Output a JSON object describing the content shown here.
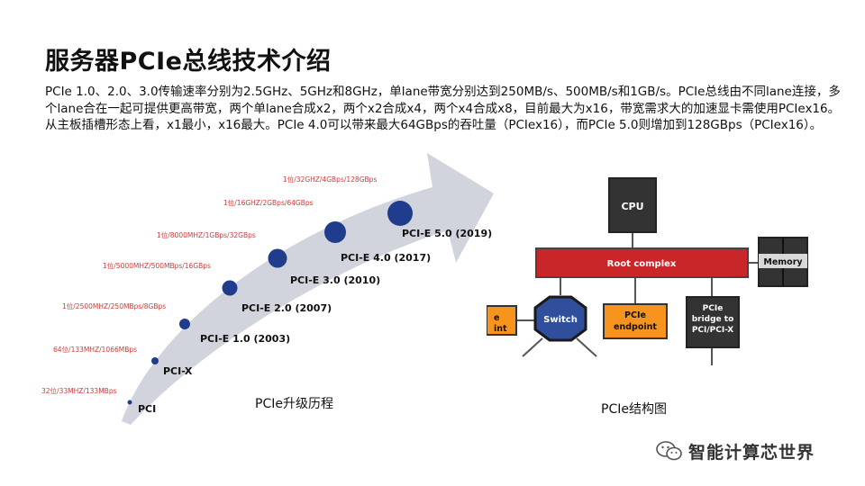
{
  "header": {
    "title": "服务器PCIe总线技术介绍",
    "intro": "PCIe 1.0、2.0、3.0传输速率分别为2.5GHz、5GHz和8GHz，单lane带宽分别达到250MB/s、500MB/s和1GB/s。PCIe总线由不同lane连接，多个lane合在一起可提供更高带宽，两个单lane合成x2，两个x2合成x4，两个x4合成x8，目前最大为x16，带宽需求大的加速显卡需使用PCIex16。从主板插槽形态上看，x1最小，x16最大。PCIe 4.0可以带来最大64GBps的吞吐量（PCIex16），而PCIe 5.0则增加到128GBps（PCIex16）。"
  },
  "evolution": {
    "caption": "PCIe升级历程",
    "arrow_color": "#c9ccd6",
    "dot_color": "#1f3d8c",
    "spec_color": "#d33a3a",
    "generations": [
      {
        "label": "PCI",
        "spec": "32位/33MHZ/133MBps"
      },
      {
        "label": "PCI-X",
        "spec": "64位/133MHZ/1066MBps"
      },
      {
        "label": "PCI-E 1.0 (2003)",
        "spec": "1位/2500MHZ/250MBps/8GBps"
      },
      {
        "label": "PCI-E 2.0 (2007)",
        "spec": "1位/5000MHZ/500MBps/16GBps"
      },
      {
        "label": "PCI-E 3.0 (2010)",
        "spec": "1位/8000MHZ/1GBps/32GBps"
      },
      {
        "label": "PCI-E 4.0 (2017)",
        "spec": "1位/16GHZ/2GBps/64GBps"
      },
      {
        "label": "PCI-E 5.0 (2019)",
        "spec": "1位/32GHZ/4GBps/128GBps"
      }
    ]
  },
  "architecture": {
    "caption": "PCIe结构图",
    "blocks": {
      "cpu": "CPU",
      "root_complex": "Root complex",
      "memory": "Memory",
      "switch": "Switch",
      "endpoint_left": "e\nint",
      "endpoint": "PCIe\nendpoint",
      "bridge": "PCIe\nbridge to\nPCI/PCI-X"
    },
    "colors": {
      "root_complex": "#c9262a",
      "endpoint": "#f7941d",
      "dark_block": "#333333",
      "switch": "#2f4e9b"
    }
  },
  "brand": {
    "name": "智能计算芯世界",
    "icon": "wechat-icon"
  }
}
